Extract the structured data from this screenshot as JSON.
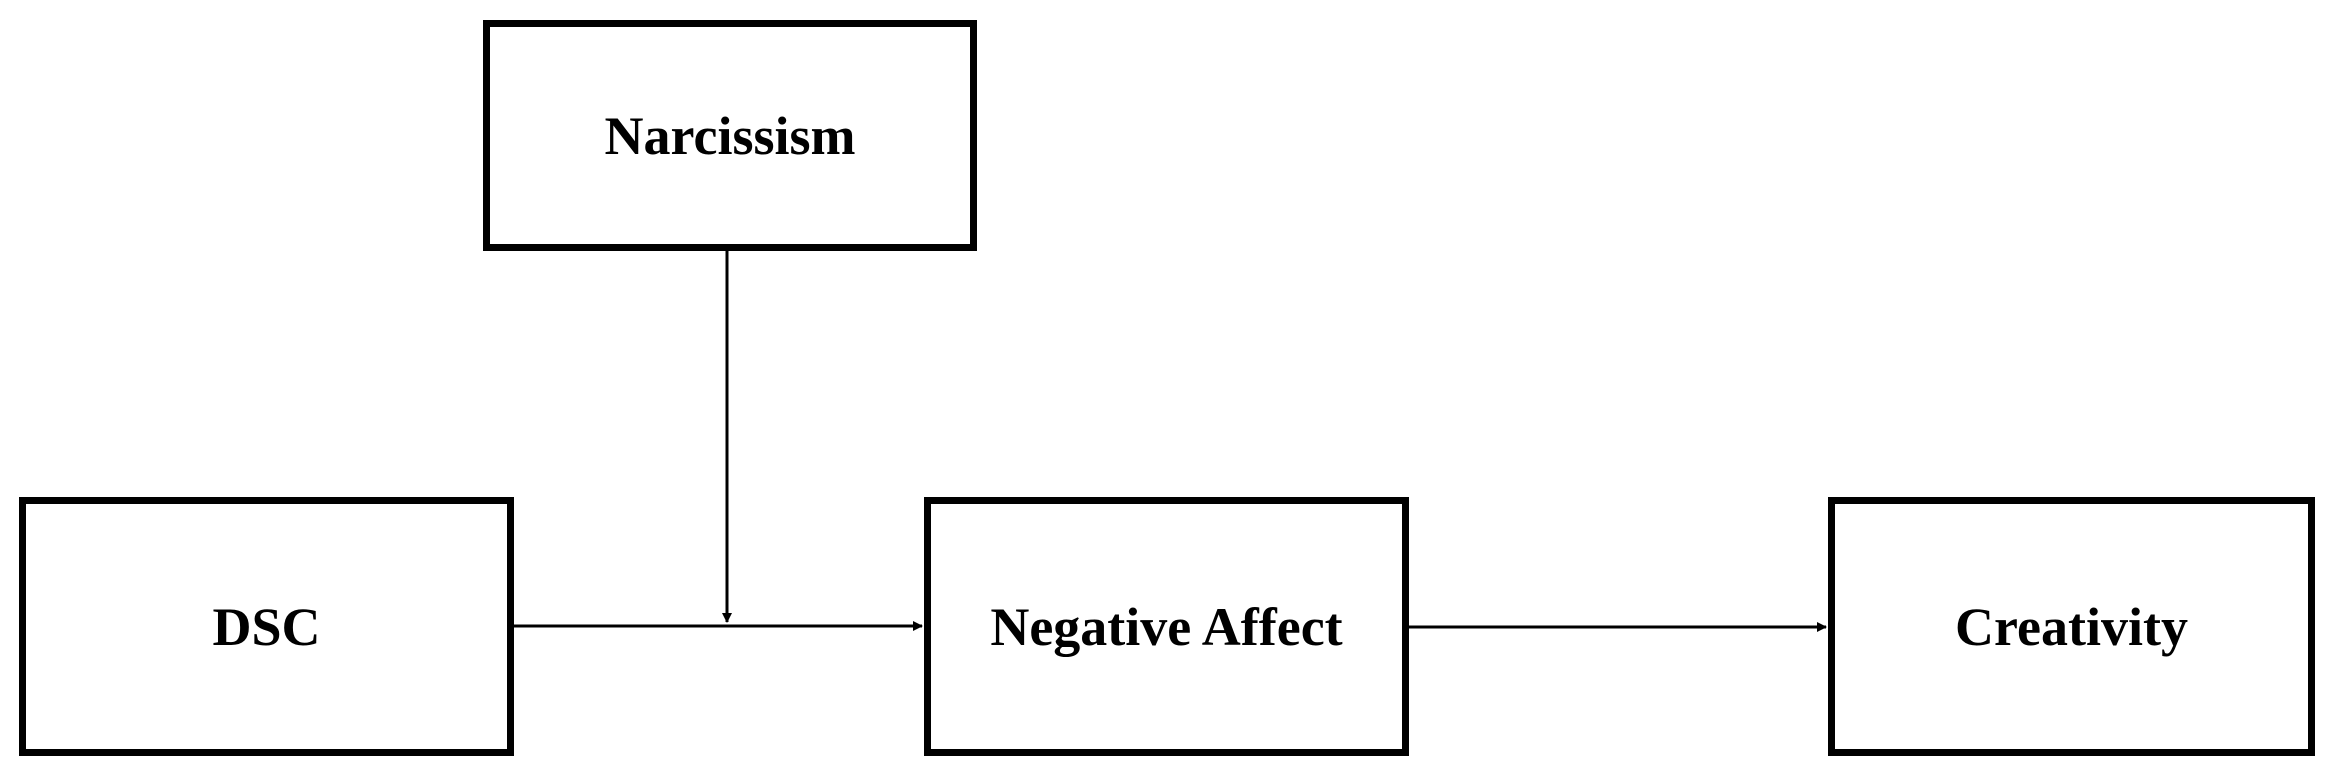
{
  "diagram": {
    "nodes": {
      "narcissism": "Narcissism",
      "dsc": "DSC",
      "negative_affect": "Negative Affect",
      "creativity": "Creativity"
    },
    "edges": [
      {
        "from": "DSC",
        "to": "Negative Affect"
      },
      {
        "from": "Negative Affect",
        "to": "Creativity"
      },
      {
        "from": "Narcissism",
        "to": "DSC → Negative Affect path (moderation)"
      }
    ],
    "colors": {
      "stroke": "#000000",
      "background": "#ffffff"
    }
  }
}
